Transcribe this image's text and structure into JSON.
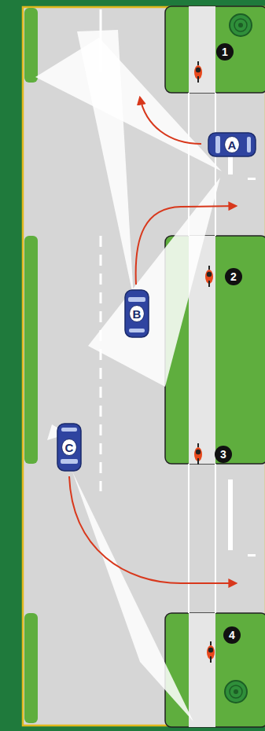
{
  "diagram": {
    "nodes": [
      {
        "text": [
          "A"
        ]
      },
      {
        "text": [
          "B"
        ]
      },
      {
        "text": [
          "C"
        ]
      }
    ],
    "labels": [
      "1",
      "2",
      "3",
      "4"
    ]
  }
}
